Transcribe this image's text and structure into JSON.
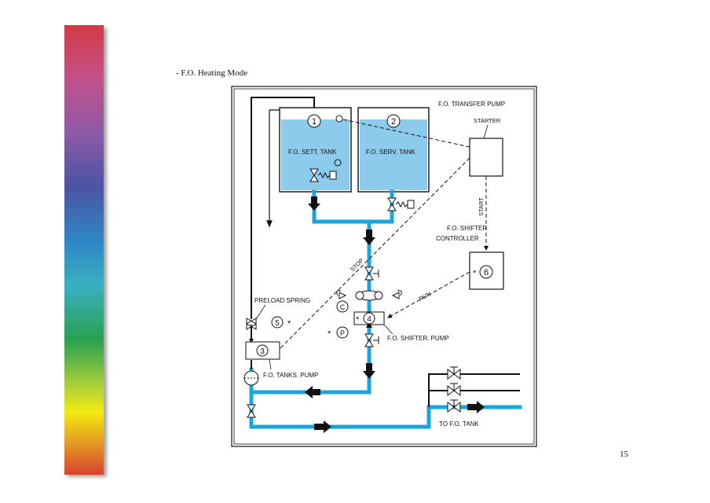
{
  "slide": {
    "caption": "- F.O. Heating Mode",
    "page_number": "15"
  },
  "diagram": {
    "labels": {
      "transfer_pump": "F.O. TRANSFER PUMP",
      "starter": "STARTER",
      "sett_tank": "F.O. SETT. TANK",
      "serv_tank": "F.O. SERV. TANK",
      "start": "START",
      "shifter_controller_1": "F.O. SHIFTER",
      "shifter_controller_2": "CONTROLLER",
      "stop": "STOP",
      "run": "RUN",
      "preload_spring": "PRELOAD SPRING",
      "shifter_pump": "F.O. SHIFTER. PUMP",
      "tanks_pump": "F.O. TANKS. PUMP",
      "to_tank": "TO F.O. TANK"
    },
    "markers": {
      "n1": "1",
      "n2": "2",
      "n3": "3",
      "n4": "4",
      "n5": "5",
      "n6": "6",
      "c": "C",
      "p": "P",
      "asterisk": "*"
    },
    "colors": {
      "fuel_line": "#1aa6dd",
      "tank_fill": "#8ccbec",
      "outline": "#111111"
    }
  }
}
